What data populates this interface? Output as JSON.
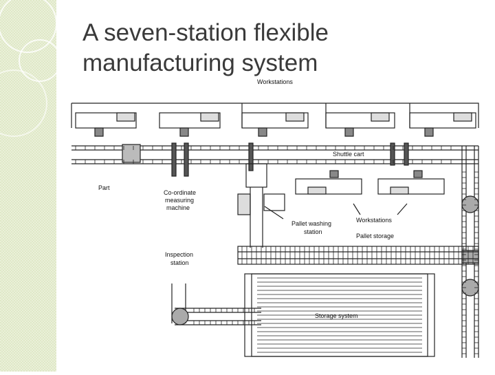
{
  "slide": {
    "title_line1": "A seven-station flexible",
    "title_line2": "manufacturing system"
  },
  "diagram": {
    "labels": {
      "workstations_top": "Workstations",
      "shuttle_cart": "Shuttle cart",
      "part": "Part",
      "cmm_line1": "Co-ordinate",
      "cmm_line2": "measuring",
      "cmm_line3": "machine",
      "washing_line1": "Pallet washing",
      "washing_line2": "station",
      "workstations_mid": "Workstations",
      "pallet_storage": "Pallet storage",
      "inspection_line1": "Inspection",
      "inspection_line2": "station",
      "storage_system": "Storage system"
    }
  },
  "colors": {
    "side_panel": "#dfe8c6",
    "title": "#3a3a3a",
    "line": "#222222",
    "station_fill": "#a9a9a9"
  }
}
